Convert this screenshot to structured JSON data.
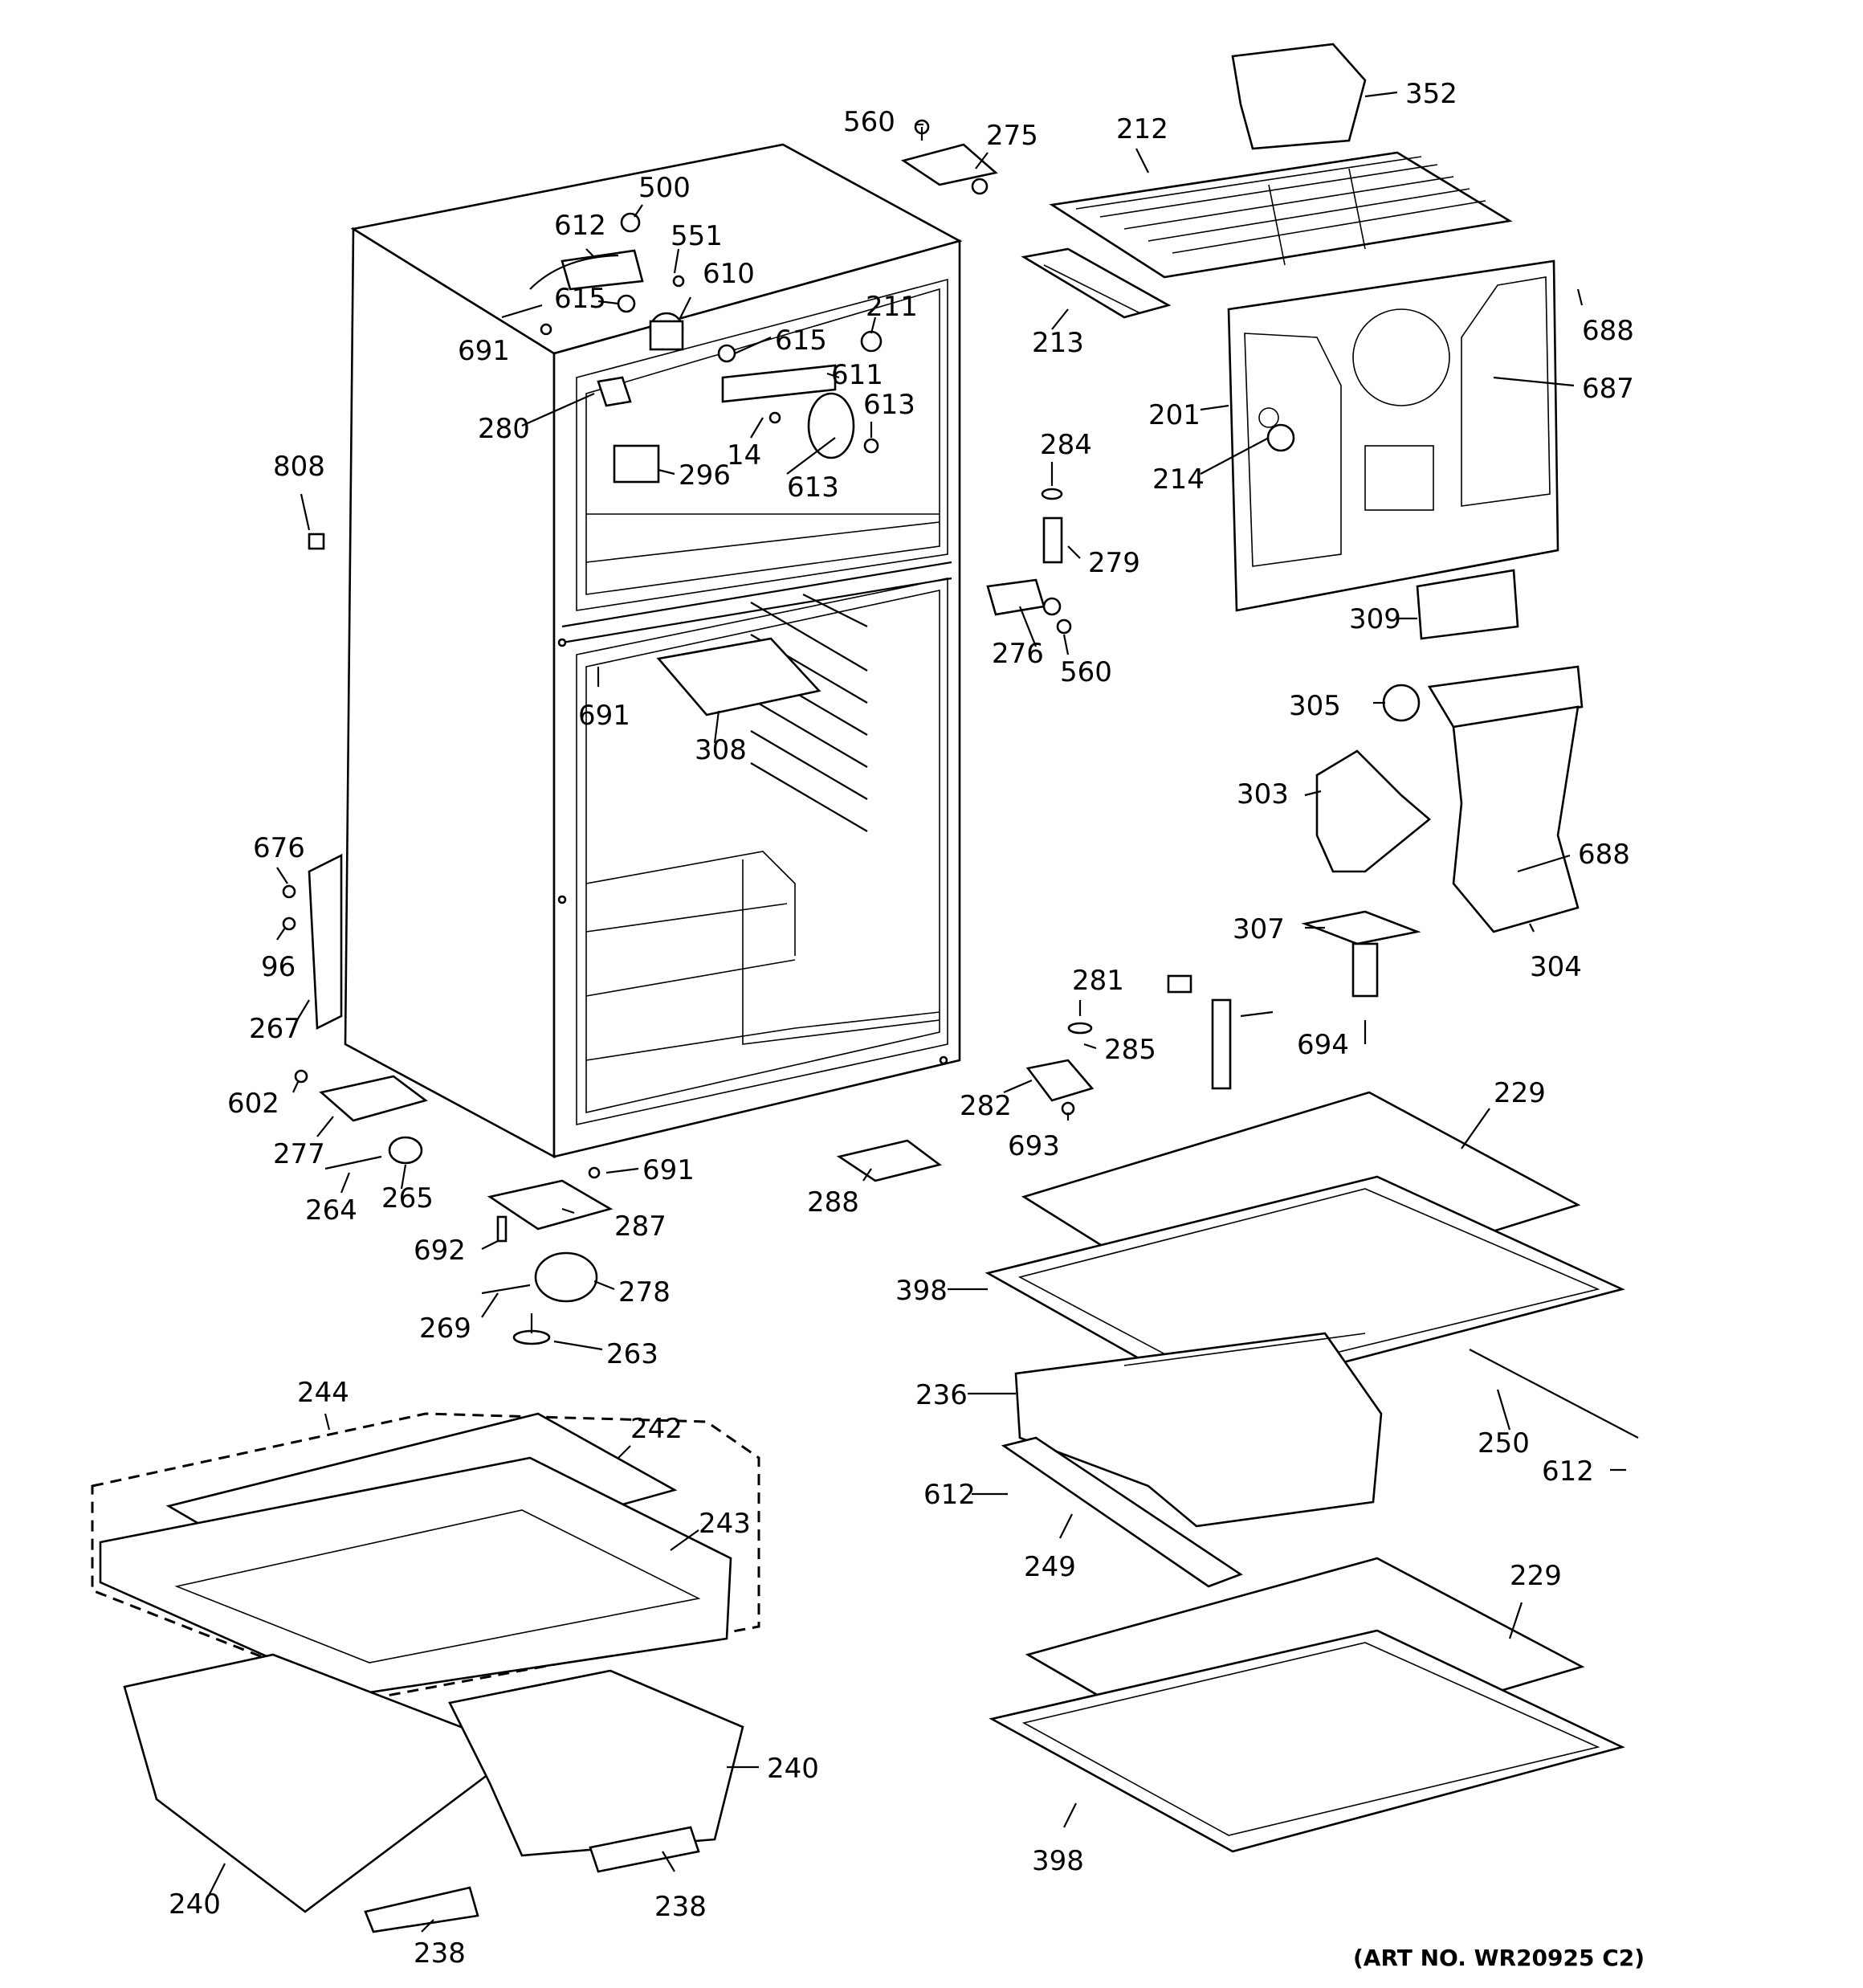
{
  "diagram": {
    "art_number": "(ART NO. WR20925 C2)",
    "labels": [
      {
        "id": "560a",
        "text": "560"
      },
      {
        "id": "275",
        "text": "275"
      },
      {
        "id": "212",
        "text": "212"
      },
      {
        "id": "352",
        "text": "352"
      },
      {
        "id": "500",
        "text": "500"
      },
      {
        "id": "612a",
        "text": "612"
      },
      {
        "id": "551",
        "text": "551"
      },
      {
        "id": "610",
        "text": "610"
      },
      {
        "id": "615a",
        "text": "615"
      },
      {
        "id": "211",
        "text": "211"
      },
      {
        "id": "615b",
        "text": "615"
      },
      {
        "id": "611",
        "text": "611"
      },
      {
        "id": "613a",
        "text": "613"
      },
      {
        "id": "14",
        "text": "14"
      },
      {
        "id": "613b",
        "text": "613"
      },
      {
        "id": "296",
        "text": "296"
      },
      {
        "id": "691a",
        "text": "691"
      },
      {
        "id": "280",
        "text": "280"
      },
      {
        "id": "808",
        "text": "808"
      },
      {
        "id": "213",
        "text": "213"
      },
      {
        "id": "688a",
        "text": "688"
      },
      {
        "id": "687",
        "text": "687"
      },
      {
        "id": "201",
        "text": "201"
      },
      {
        "id": "214",
        "text": "214"
      },
      {
        "id": "284",
        "text": "284"
      },
      {
        "id": "279",
        "text": "279"
      },
      {
        "id": "309",
        "text": "309"
      },
      {
        "id": "276",
        "text": "276"
      },
      {
        "id": "560b",
        "text": "560"
      },
      {
        "id": "691b",
        "text": "691"
      },
      {
        "id": "308",
        "text": "308"
      },
      {
        "id": "305",
        "text": "305"
      },
      {
        "id": "303",
        "text": "303"
      },
      {
        "id": "688b",
        "text": "688"
      },
      {
        "id": "676",
        "text": "676"
      },
      {
        "id": "96",
        "text": "96"
      },
      {
        "id": "267",
        "text": "267"
      },
      {
        "id": "307",
        "text": "307"
      },
      {
        "id": "304",
        "text": "304"
      },
      {
        "id": "281",
        "text": "281"
      },
      {
        "id": "285",
        "text": "285"
      },
      {
        "id": "694",
        "text": "694"
      },
      {
        "id": "602",
        "text": "602"
      },
      {
        "id": "282",
        "text": "282"
      },
      {
        "id": "693",
        "text": "693"
      },
      {
        "id": "277",
        "text": "277"
      },
      {
        "id": "691c",
        "text": "691"
      },
      {
        "id": "229a",
        "text": "229"
      },
      {
        "id": "264",
        "text": "264"
      },
      {
        "id": "265",
        "text": "265"
      },
      {
        "id": "287",
        "text": "287"
      },
      {
        "id": "288",
        "text": "288"
      },
      {
        "id": "692",
        "text": "692"
      },
      {
        "id": "398a",
        "text": "398"
      },
      {
        "id": "278",
        "text": "278"
      },
      {
        "id": "269",
        "text": "269"
      },
      {
        "id": "263",
        "text": "263"
      },
      {
        "id": "236",
        "text": "236"
      },
      {
        "id": "250",
        "text": "250"
      },
      {
        "id": "612b",
        "text": "612"
      },
      {
        "id": "244",
        "text": "244"
      },
      {
        "id": "242",
        "text": "242"
      },
      {
        "id": "612c",
        "text": "612"
      },
      {
        "id": "243",
        "text": "243"
      },
      {
        "id": "249",
        "text": "249"
      },
      {
        "id": "229b",
        "text": "229"
      },
      {
        "id": "240a",
        "text": "240"
      },
      {
        "id": "240b",
        "text": "240"
      },
      {
        "id": "398b",
        "text": "398"
      },
      {
        "id": "238a",
        "text": "238"
      },
      {
        "id": "238b",
        "text": "238"
      }
    ]
  }
}
